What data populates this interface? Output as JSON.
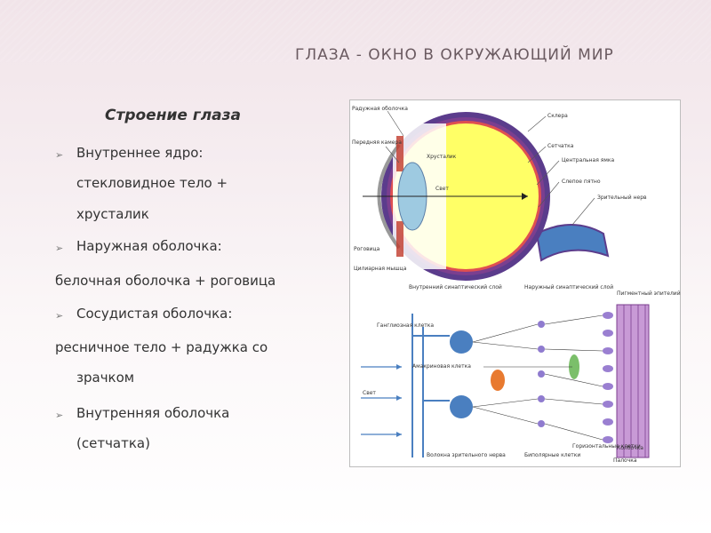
{
  "slide": {
    "title": "ГЛАЗА - ОКНО В ОКРУЖАЮЩИЙ МИР",
    "subheading": "Строение глаза"
  },
  "content": {
    "lines": [
      {
        "text": "Внутреннее ядро:",
        "bullet": true
      },
      {
        "text": "стекловидное тело +",
        "bullet": false
      },
      {
        "text": "хрусталик",
        "bullet": false
      },
      {
        "text": "Наружная оболочка:",
        "bullet": true
      },
      {
        "text": " белочная оболочка + роговица",
        "bullet": false
      },
      {
        "text": "Сосудистая оболочка:",
        "bullet": true
      },
      {
        "text": "ресничное тело + радужка со",
        "bullet": false
      },
      {
        "text": "зрачком",
        "bullet": false
      },
      {
        "text": "Внутренняя оболочка",
        "bullet": true
      },
      {
        "text": "(сетчатка)",
        "bullet": false
      }
    ],
    "bullet_glyph": "➢"
  },
  "figure": {
    "eye_labels": {
      "raduzhnaya": "Радужная оболочка",
      "perednyaya_kamera": "Передняя камера",
      "khrustalik": "Хрусталик",
      "svet": "Свет",
      "rogovitsa": "Роговица",
      "tsilarnaya": "Цилиарная мышца",
      "sklera": "Склера",
      "setchatka": "Сетчатка",
      "tsentralnaya_yamka": "Центральная ямка",
      "slepoe_pyatno": "Слепое пятно",
      "zritelny_nerv": "Зрительный нерв"
    },
    "retina_labels": {
      "vnutrenny_sloi": "Внутренний синаптический слой",
      "naruzhny_sloi": "Наружный синаптический слой",
      "pigmentny_epiteliy": "Пигментный эпителий",
      "ganglioznaya": "Ганглиозная клетка",
      "amakrinovaya": "Амакриновая клетка",
      "svet": "Свет",
      "volokna": "Волокна зрительного нерва",
      "bipolyarnye": "Биполярные клетки",
      "gorizontalnye": "Горизонтальные клетки",
      "kolbochka": "Колбочка",
      "palochka": "Палочка"
    },
    "colors": {
      "sclera_outer": "#5b3c8c",
      "choroid": "#7b3f8f",
      "vitreous_yellow": "#ffff66",
      "lens_blue": "#9ecae1",
      "retina_red": "#e05050",
      "receptor_violet": "#9a7fd1",
      "nerve_blue": "#4a7fc0",
      "amacrine_orange": "#e87a30"
    }
  }
}
